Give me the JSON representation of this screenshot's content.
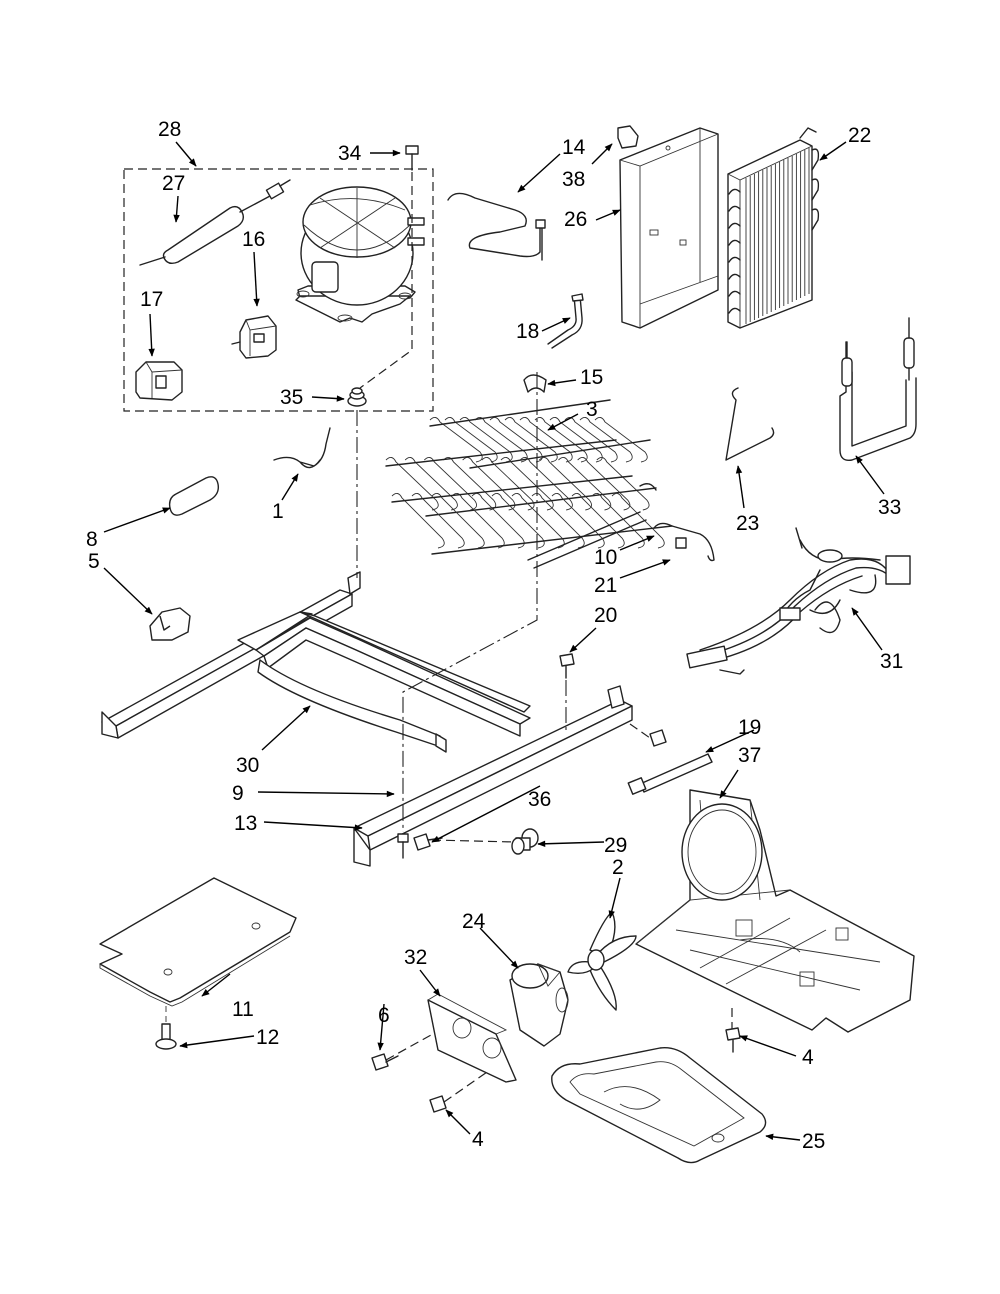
{
  "colors": {
    "line": "#222222",
    "background": "#ffffff"
  },
  "callouts": [
    {
      "id": "c28",
      "label": "28"
    },
    {
      "id": "c27",
      "label": "27"
    },
    {
      "id": "c16",
      "label": "16"
    },
    {
      "id": "c17",
      "label": "17"
    },
    {
      "id": "c34",
      "label": "34"
    },
    {
      "id": "c35",
      "label": "35"
    },
    {
      "id": "c14",
      "label": "14"
    },
    {
      "id": "c38",
      "label": "38"
    },
    {
      "id": "c26",
      "label": "26"
    },
    {
      "id": "c22",
      "label": "22"
    },
    {
      "id": "c18",
      "label": "18"
    },
    {
      "id": "c15",
      "label": "15"
    },
    {
      "id": "c3",
      "label": "3"
    },
    {
      "id": "c1",
      "label": "1"
    },
    {
      "id": "c8",
      "label": "8"
    },
    {
      "id": "c5",
      "label": "5"
    },
    {
      "id": "c10",
      "label": "10"
    },
    {
      "id": "c21",
      "label": "21"
    },
    {
      "id": "c23",
      "label": "23"
    },
    {
      "id": "c33",
      "label": "33"
    },
    {
      "id": "c31",
      "label": "31"
    },
    {
      "id": "c20",
      "label": "20"
    },
    {
      "id": "c19",
      "label": "19"
    },
    {
      "id": "c37",
      "label": "37"
    },
    {
      "id": "c30",
      "label": "30"
    },
    {
      "id": "c9",
      "label": "9"
    },
    {
      "id": "c36",
      "label": "36"
    },
    {
      "id": "c13",
      "label": "13"
    },
    {
      "id": "c29",
      "label": "29"
    },
    {
      "id": "c2",
      "label": "2"
    },
    {
      "id": "c24",
      "label": "24"
    },
    {
      "id": "c32",
      "label": "32"
    },
    {
      "id": "c11",
      "label": "11"
    },
    {
      "id": "c12",
      "label": "12"
    },
    {
      "id": "c6",
      "label": "6"
    },
    {
      "id": "c4a",
      "label": "4"
    },
    {
      "id": "c4b",
      "label": "4"
    },
    {
      "id": "c25",
      "label": "25"
    }
  ]
}
